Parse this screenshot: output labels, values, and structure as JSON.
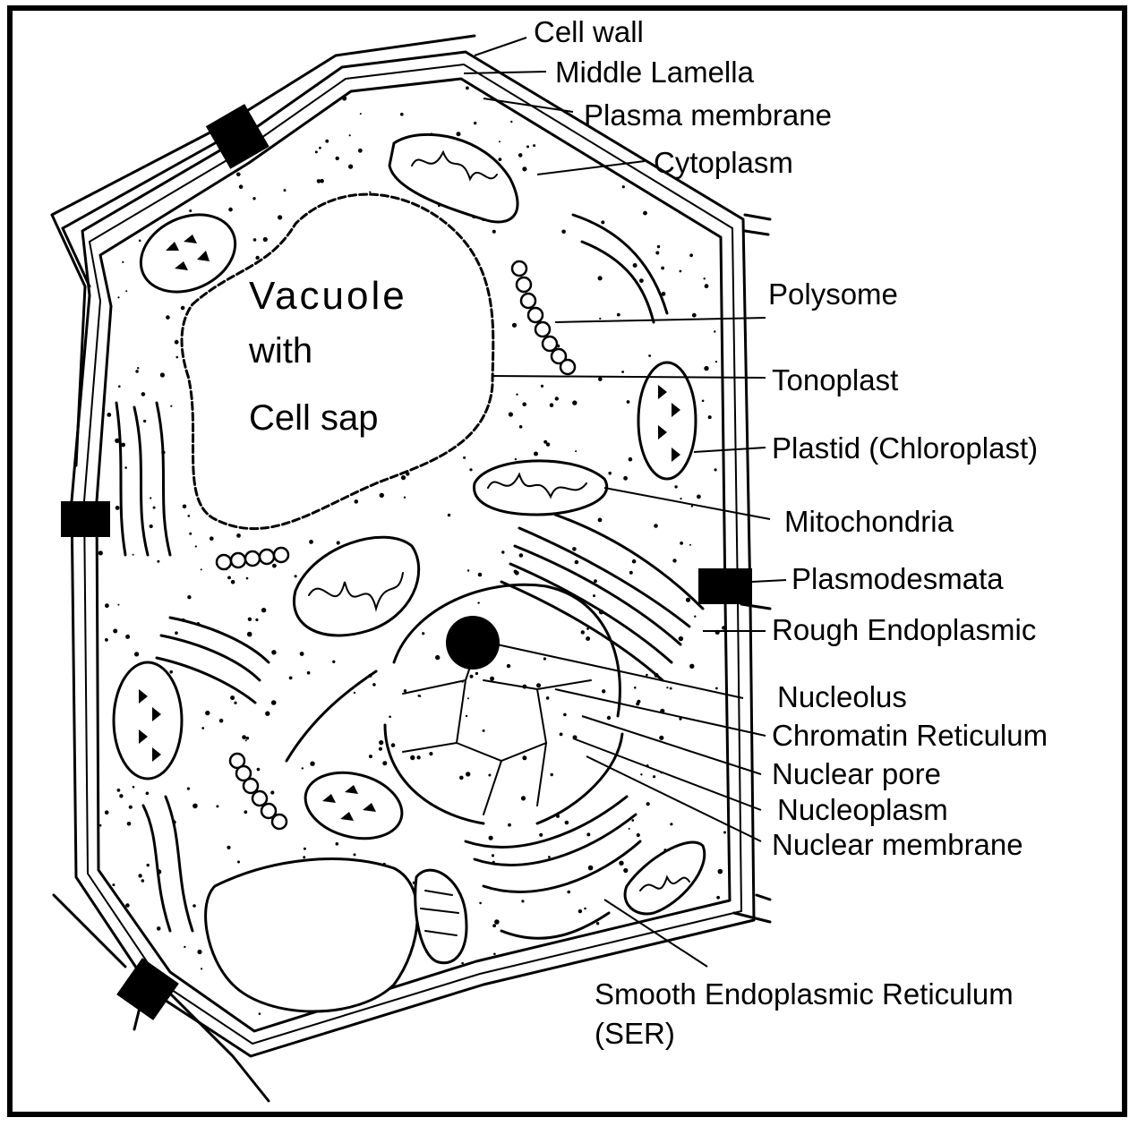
{
  "diagram": {
    "center_text": [
      "Vacuole",
      "with",
      "Cell sap"
    ],
    "labels": {
      "cell_wall": "Cell wall",
      "middle_lamella": "Middle Lamella",
      "plasma_membrane": "Plasma  membrane",
      "cytoplasm": "Cytoplasm",
      "polysome": "Polysome",
      "tonoplast": "Tonoplast",
      "plastid": "Plastid  (Chloroplast)",
      "mitochondria": "Mitochondria",
      "plasmodesmata": "Plasmodesmata",
      "rough_er": "Rough  Endoplasmic",
      "nucleolus": "Nucleolus",
      "chromatin": "Chromatin  Reticulum",
      "nuclear_pore": "Nuclear  pore",
      "nucleoplasm": "Nucleoplasm",
      "nuclear_membrane": "Nuclear  membrane",
      "ser_line1": "Smooth Endoplasmic Reticulum",
      "ser_line2": "(SER)"
    }
  }
}
